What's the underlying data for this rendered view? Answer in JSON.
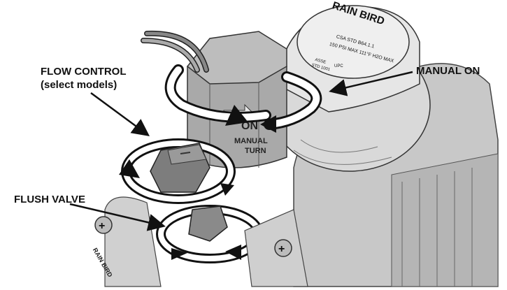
{
  "callouts": {
    "flow_control": "FLOW CONTROL",
    "flow_control_note": "(select models)",
    "manual_on": "MANUAL ON",
    "flush_valve": "FLUSH VALVE"
  },
  "markings": {
    "brand": "RAIN BIRD",
    "cap_line1": "CSA STD B64.1.1",
    "cap_line2": "150 PSI MAX 111°F H2O MAX",
    "cap_asse": "ASSE",
    "cap_std": "STD 1001",
    "cap_upc": "UPC",
    "dial_on": "ON",
    "dial_manual": "MANUAL",
    "dial_turn": "TURN",
    "base_brand": "RAIN BIRD"
  },
  "colors": {
    "body": "#cfcfcf",
    "dark": "#8a8a8a",
    "knob": "#7d7d7d",
    "arrow": "#111111"
  }
}
